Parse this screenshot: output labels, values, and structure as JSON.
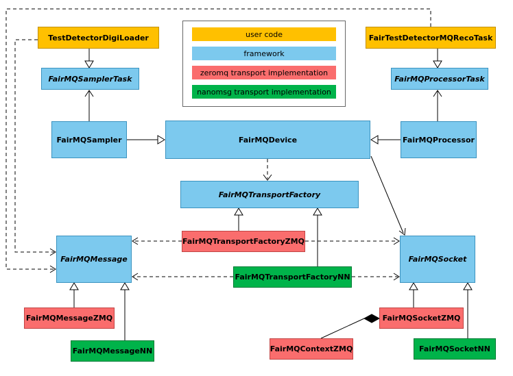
{
  "nodes": {
    "testDetectorDigiLoader": {
      "label": "TestDetectorDigiLoader",
      "category": "user code"
    },
    "fairTestDetectorMQRecoTask": {
      "label": "FairTestDetectorMQRecoTask",
      "category": "user code"
    },
    "fairMQSamplerTask": {
      "label": "FairMQSamplerTask",
      "category": "framework",
      "abstract": true
    },
    "fairMQProcessorTask": {
      "label": "FairMQProcessorTask",
      "category": "framework",
      "abstract": true
    },
    "fairMQSampler": {
      "label": "FairMQSampler",
      "category": "framework"
    },
    "fairMQDevice": {
      "label": "FairMQDevice",
      "category": "framework"
    },
    "fairMQProcessor": {
      "label": "FairMQProcessor",
      "category": "framework"
    },
    "fairMQTransportFactory": {
      "label": "FairMQTransportFactory",
      "category": "framework",
      "abstract": true
    },
    "fairMQTransportFactoryZMQ": {
      "label": "FairMQTransportFactoryZMQ",
      "category": "zeromq transport implementation"
    },
    "fairMQTransportFactoryNN": {
      "label": "FairMQTransportFactoryNN",
      "category": "nanomsg transport implementation"
    },
    "fairMQMessage": {
      "label": "FairMQMessage",
      "category": "framework",
      "abstract": true
    },
    "fairMQSocket": {
      "label": "FairMQSocket",
      "category": "framework",
      "abstract": true
    },
    "fairMQMessageZMQ": {
      "label": "FairMQMessageZMQ",
      "category": "zeromq transport implementation"
    },
    "fairMQMessageNN": {
      "label": "FairMQMessageNN",
      "category": "nanomsg transport implementation"
    },
    "fairMQSocketZMQ": {
      "label": "FairMQSocketZMQ",
      "category": "zeromq transport implementation"
    },
    "fairMQContextZMQ": {
      "label": "FairMQContextZMQ",
      "category": "zeromq transport implementation"
    },
    "fairMQSocketNN": {
      "label": "FairMQSocketNN",
      "category": "nanomsg transport implementation"
    }
  },
  "legend": {
    "items": [
      {
        "label": "user code",
        "color": "#FFC000"
      },
      {
        "label": "framework",
        "color": "#7CC9EE"
      },
      {
        "label": "zeromq transport implementation",
        "color": "#FA6D6D"
      },
      {
        "label": "nanomsg transport implementation",
        "color": "#00B34A"
      }
    ]
  }
}
